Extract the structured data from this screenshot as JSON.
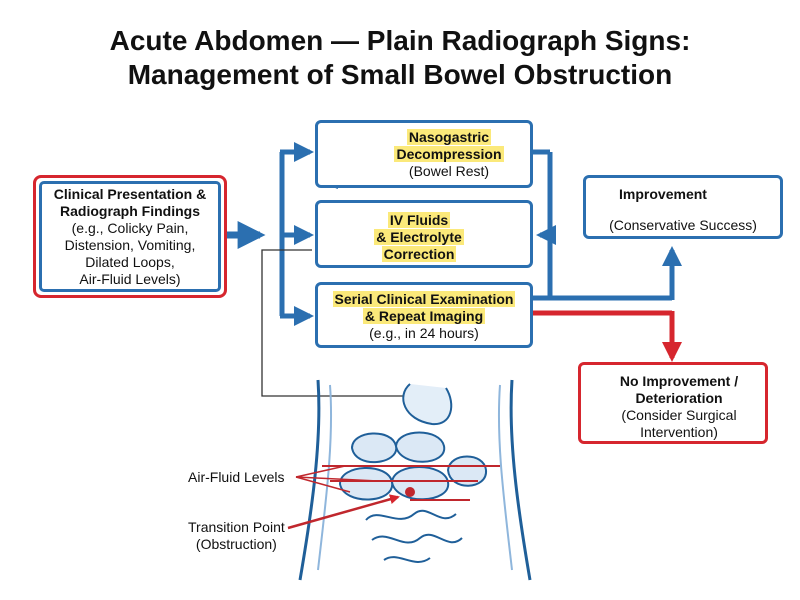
{
  "title": {
    "line1": "Acute Abdomen — Plain Radiograph Signs:",
    "line2": "Management of Small Bowel Obstruction"
  },
  "clinical": {
    "line1": "Clinical Presentation &",
    "line2": "Radiograph Findings",
    "line3": "(e.g., Colicky Pain,",
    "line4": "Distension, Vomiting,",
    "line5": "Dilated Loops,",
    "line6": "Air-Fluid Levels)"
  },
  "ng": {
    "line1": "Nasogastric",
    "line2": "Decompression",
    "line3": "(Bowel Rest)",
    "icon": "nose-tube-icon"
  },
  "iv": {
    "line1": "IV Fluids",
    "line2": "& Electrolyte",
    "line3": "Correction",
    "icon_left": "iv-bag-icon",
    "icon_right": "vein-icon"
  },
  "serial": {
    "line1": "Serial Clinical Examination",
    "line2": "& Repeat Imaging",
    "line3": "(e.g., in 24 hours)",
    "icon_left": "stethoscope-icon",
    "icon_right": "calendar-icon"
  },
  "improvement": {
    "title": "Improvement",
    "subtitle": "(Conservative Success)",
    "icon": "checkmark-icon"
  },
  "no_improvement": {
    "line1": "No Improvement /",
    "line2": "Deterioration",
    "line3": "(Consider Surgical",
    "line4": "Intervention)",
    "icon_left": "x-mark-icon",
    "icon_right": "scalpel-icon"
  },
  "labels": {
    "air_fluid": "Air-Fluid Levels",
    "transition_line1": "Transition Point",
    "transition_line2": "(Obstruction)"
  },
  "colors": {
    "flow_blue": "#2b6fb0",
    "deterioration_red": "#d6262e",
    "highlight_yellow": "#fbe97a",
    "check_green": "#3a9a3a"
  }
}
